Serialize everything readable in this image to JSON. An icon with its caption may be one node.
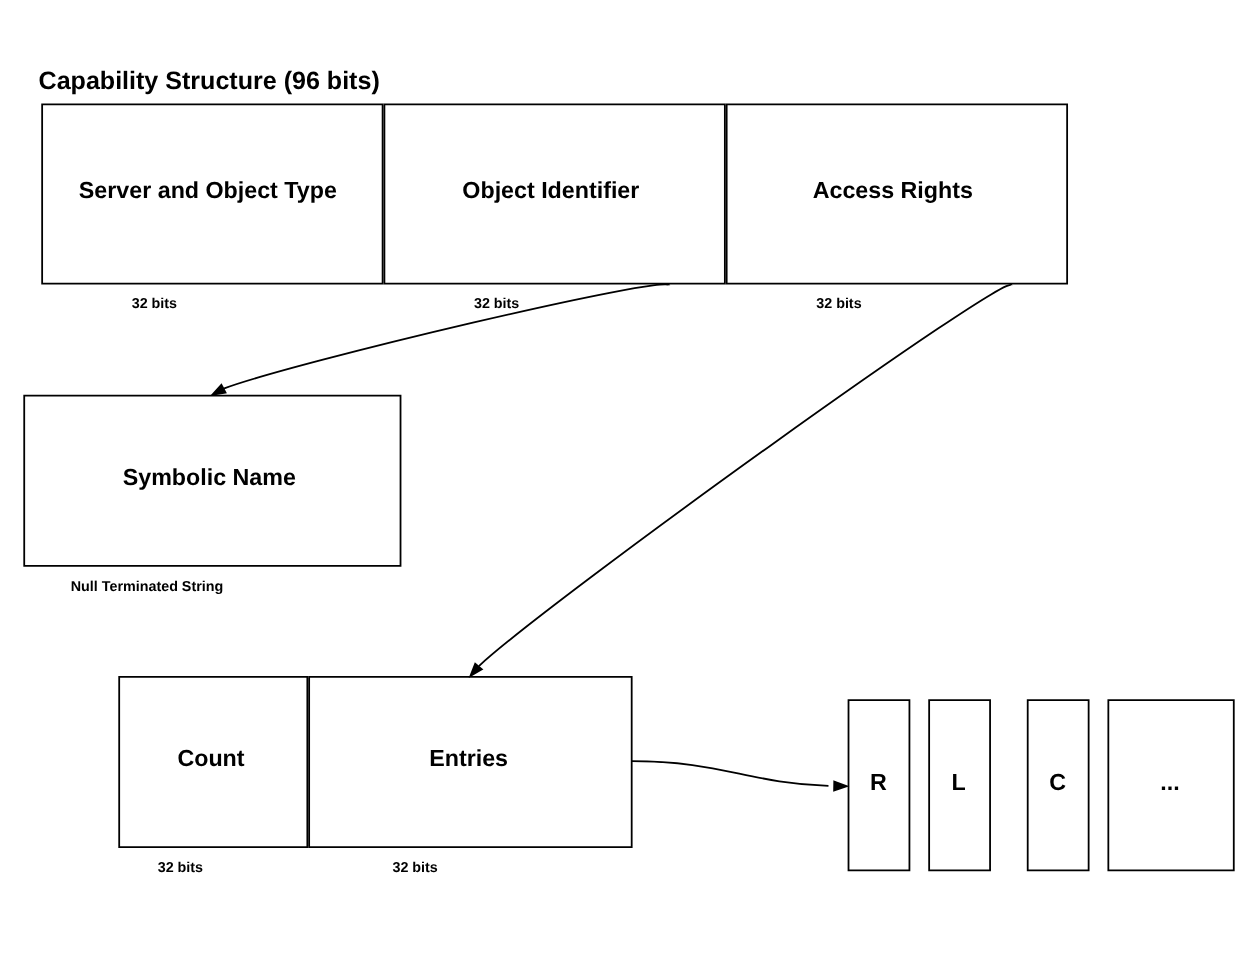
{
  "diagram": {
    "title": "Capability Structure (96 bits)",
    "nodes": [
      {
        "text": [
          "Server and Object Type"
        ],
        "beside": [
          "32 bits"
        ]
      },
      {
        "text": [
          "Object Identifier"
        ],
        "beside": [
          "32 bits"
        ]
      },
      {
        "text": [
          "Access Rights"
        ],
        "beside": [
          "32 bits"
        ]
      },
      {
        "text": [
          "Symbolic Name"
        ],
        "beside": [
          "Null Terminated String"
        ]
      },
      {
        "text": [
          "Count"
        ],
        "beside": [
          "32 bits"
        ]
      },
      {
        "text": [
          "Entries"
        ],
        "beside": [
          "32 bits"
        ]
      },
      {
        "text": [
          "R"
        ]
      },
      {
        "text": [
          "L"
        ]
      },
      {
        "text": [
          "C"
        ]
      },
      {
        "text": [
          "..."
        ]
      }
    ],
    "edges": [
      {
        "from": 1,
        "to": 3,
        "arrow": "to"
      },
      {
        "from": 2,
        "to": 5,
        "arrow": "to"
      },
      {
        "from": 5,
        "to": 6,
        "arrow": "to"
      }
    ]
  }
}
